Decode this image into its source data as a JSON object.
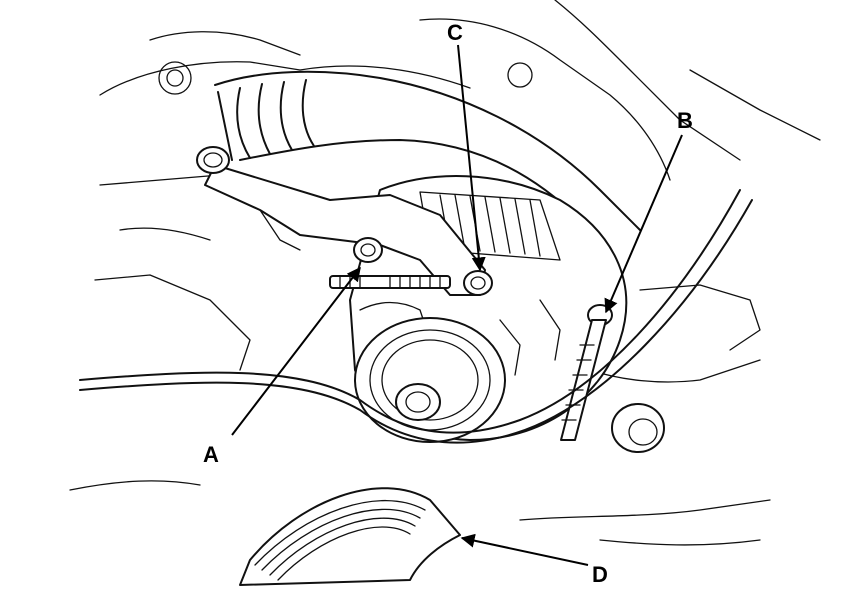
{
  "callouts": {
    "a": "A",
    "b": "B",
    "c": "C",
    "d": "D"
  },
  "icons": [
    "alternator",
    "adjusting-bolt",
    "mounting-bolt",
    "lock-bolt",
    "drive-belt",
    "pulley"
  ]
}
